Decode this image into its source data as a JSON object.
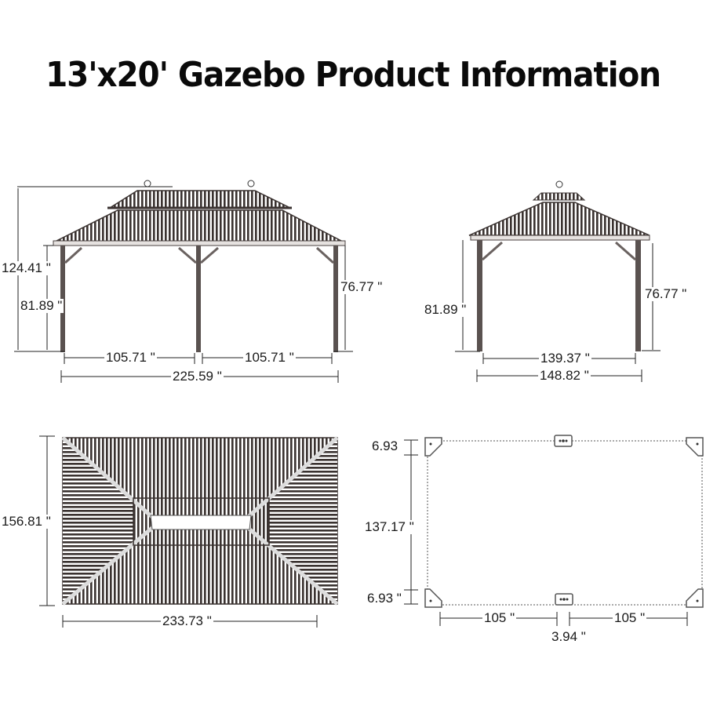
{
  "title": "13'x20' Gazebo Product Information",
  "colors": {
    "frame": "#4a4240",
    "roof_stripe": "#3a3230",
    "dimension_line": "#222222",
    "background": "#ffffff"
  },
  "front_view": {
    "total_height": "124.41 \"",
    "post_height_left": "81.89 \"",
    "post_height_right": "76.77 \"",
    "span_left": "105.71 \"",
    "span_right": "105.71 \"",
    "overall_width": "225.59 \""
  },
  "side_view": {
    "post_height_left": "81.89 \"",
    "post_height_right": "76.77 \"",
    "inner_width": "139.37 \"",
    "overall_width": "148.82 \""
  },
  "top_view": {
    "depth": "156.81 \"",
    "width": "233.73 \""
  },
  "base_plan": {
    "corner_top": "6.93",
    "inner_depth": "137.17 \"",
    "corner_bottom": "6.93 \"",
    "span_left": "105 \"",
    "span_right": "105 \"",
    "center_post": "3.94 \""
  }
}
